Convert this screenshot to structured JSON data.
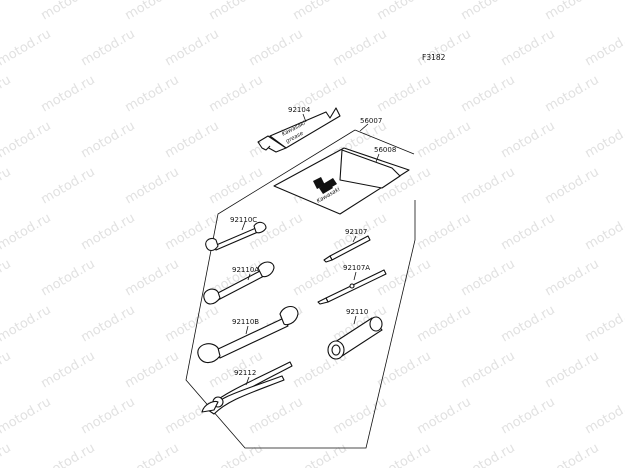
{
  "figure_number": "F3182",
  "watermark_text": "motod.ru",
  "parts": {
    "grease_tube": {
      "label": "92104",
      "tube_text_1": "Kawasaki",
      "tube_text_2": "grease"
    },
    "tool_kit_frame": {
      "label": "56007"
    },
    "tool_bag": {
      "label": "56008",
      "brand_text": "Kawasaki"
    },
    "wrench_small": {
      "label": "92110C"
    },
    "wrench_medium": {
      "label": "92110A"
    },
    "wrench_large": {
      "label": "92110B"
    },
    "pliers": {
      "label": "92112"
    },
    "screwdriver": {
      "label": "92107"
    },
    "screwdriver_handle": {
      "label": "92107A"
    },
    "plug_wrench": {
      "label": "92110"
    }
  },
  "colors": {
    "line": "#111111",
    "watermark": "#c9c9c9"
  }
}
